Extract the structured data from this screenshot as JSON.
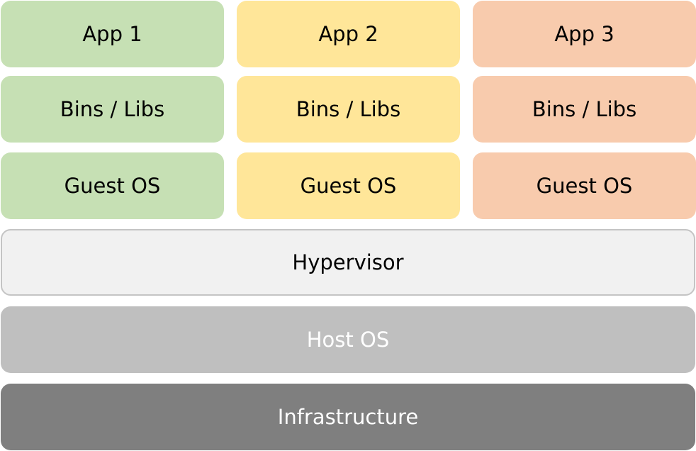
{
  "stacks": [
    {
      "app": "App 1",
      "bins": "Bins / Libs",
      "guest_os": "Guest OS",
      "color": "#c6e0b4"
    },
    {
      "app": "App 2",
      "bins": "Bins / Libs",
      "guest_os": "Guest OS",
      "color": "#ffe699"
    },
    {
      "app": "App 3",
      "bins": "Bins / Libs",
      "guest_os": "Guest OS",
      "color": "#f8cbad"
    }
  ],
  "layers": {
    "hypervisor": {
      "label": "Hypervisor",
      "color": "#f1f1f1",
      "text_color": "#000000",
      "border_color": "#c4c4c4"
    },
    "host_os": {
      "label": "Host OS",
      "color": "#bfbfbf",
      "text_color": "#ffffff"
    },
    "infrastructure": {
      "label": "Infrastructure",
      "color": "#7f7f7f",
      "text_color": "#ffffff"
    }
  }
}
